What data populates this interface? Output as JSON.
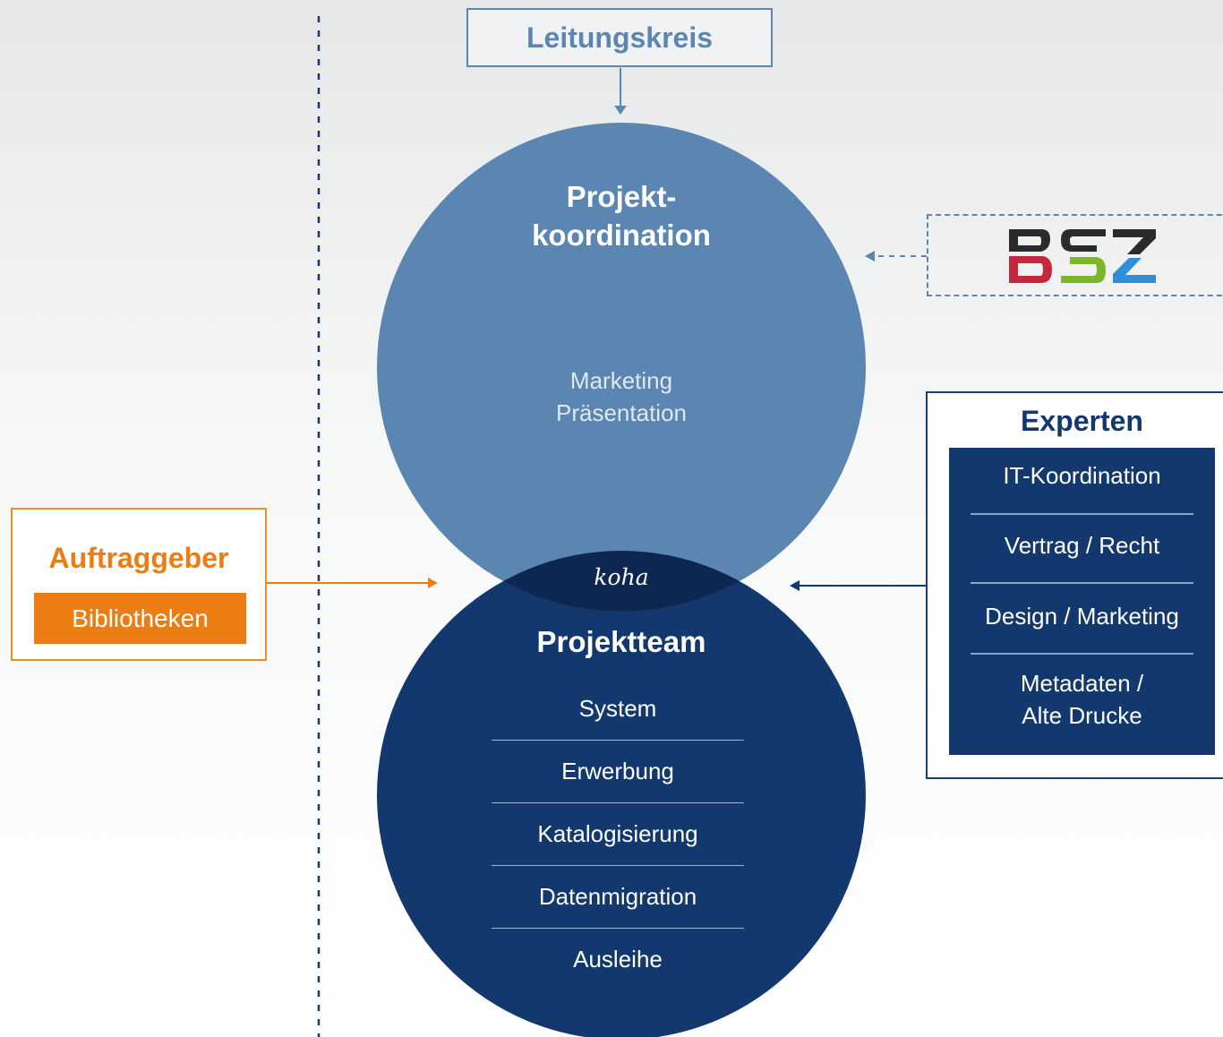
{
  "leitungskreis": {
    "label": "Leitungskreis"
  },
  "projektkoordination": {
    "title_line1": "Projekt-",
    "title_line2": "koordination",
    "items": [
      "Marketing",
      "Präsentation"
    ]
  },
  "overlap": {
    "label": "koha"
  },
  "projektteam": {
    "title": "Projektteam",
    "items": [
      "System",
      "Erwerbung",
      "Katalogisierung",
      "Datenmigration",
      "Ausleihe"
    ]
  },
  "auftraggeber": {
    "title": "Auftraggeber",
    "badge": "Bibliotheken"
  },
  "bsz": {
    "logo_text": "BSZ",
    "colors": {
      "b_top": "#2b2b2b",
      "b_bottom": "#c4283f",
      "s_top": "#2b2b2b",
      "s_bottom": "#7ab829",
      "z_top": "#2b2b2b",
      "z_bottom": "#2f8fd6"
    }
  },
  "experten": {
    "title": "Experten",
    "items": [
      "IT-Koordination",
      "Vertrag / Recht",
      "Design / Marketing",
      "Metadaten /",
      "Alte Drucke"
    ]
  },
  "colors": {
    "light_blue": "#5b86b1",
    "dark_blue": "#12386d",
    "orange": "#ec7d12"
  }
}
